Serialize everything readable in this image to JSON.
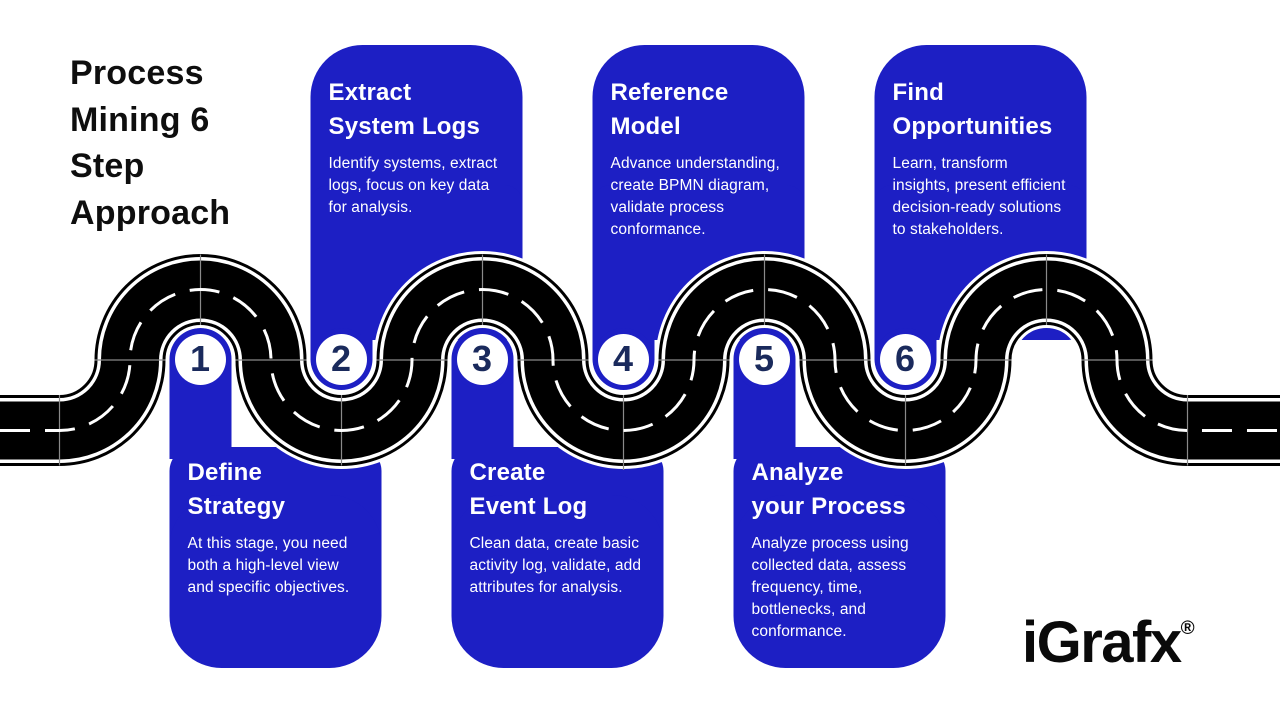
{
  "header": {
    "title": "Process Mining 6 Step Approach",
    "title_lines": [
      "Process",
      "Mining 6",
      "Step",
      "Approach"
    ]
  },
  "steps": [
    {
      "number": "1",
      "title": "Define Strategy",
      "title_lines": [
        "Define",
        "Strategy"
      ],
      "description": "At this stage, you need both a high-level view and specific objectives.",
      "placement": "bottom"
    },
    {
      "number": "2",
      "title": "Extract System Logs",
      "title_lines": [
        "Extract",
        "System Logs"
      ],
      "description": "Identify systems, extract logs, focus on key data for analysis.",
      "placement": "top"
    },
    {
      "number": "3",
      "title": "Create Event Log",
      "title_lines": [
        "Create",
        "Event Log"
      ],
      "description": "Clean data, create basic activity log, validate, add attributes for analysis.",
      "placement": "bottom"
    },
    {
      "number": "4",
      "title": "Reference Model",
      "title_lines": [
        "Reference",
        "Model"
      ],
      "description": "Advance understanding, create BPMN diagram, validate process conformance.",
      "placement": "top"
    },
    {
      "number": "5",
      "title": "Analyze your Process",
      "title_lines": [
        "Analyze",
        "your Process"
      ],
      "description": "Analyze process using collected data, assess frequency, time, bottlenecks, and conformance.",
      "placement": "bottom"
    },
    {
      "number": "6",
      "title": "Find Opportunities",
      "title_lines": [
        "Find",
        "Opportunities"
      ],
      "description": "Learn, transform insights, present efficient decision-ready solutions to stakeholders.",
      "placement": "top"
    }
  ],
  "logo": {
    "text": "iGrafx",
    "registered": "®"
  },
  "colors": {
    "card_blue": "#1d1fc4",
    "number_navy": "#1a2a5c",
    "road_black": "#000000",
    "road_line_white": "#ffffff",
    "background": "#ffffff",
    "text_white": "#ffffff",
    "title_black": "#0e0e0e"
  }
}
